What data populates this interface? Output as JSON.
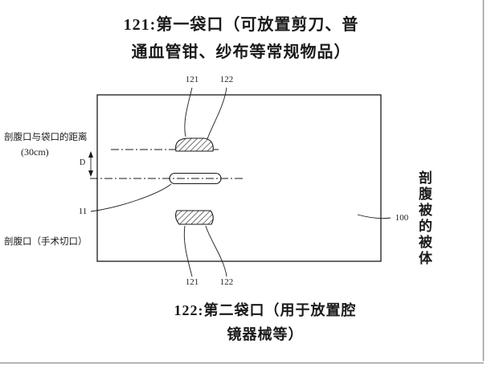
{
  "colors": {
    "ink": "#1a1a1a",
    "scan_edge": "#9a9a9a"
  },
  "title": {
    "line1": "121:第一袋口（可放置剪刀、普",
    "line2": "通血管钳、纱布等常规物品）"
  },
  "caption": {
    "line1": "122:第二袋口（用于放置腔",
    "line2": "镜器械等）"
  },
  "left": {
    "distance_label": "剖腹口与袋口的距离",
    "distance_value": "(30cm)",
    "dimension_d": "D",
    "incision_label": "剖腹口（手术切口）"
  },
  "refs": {
    "top_121": "121",
    "top_122": "122",
    "bottom_121": "121",
    "bottom_122": "122",
    "incision": "11",
    "drape": "100"
  },
  "right": {
    "vertical_label": "剖腹被的被体"
  }
}
